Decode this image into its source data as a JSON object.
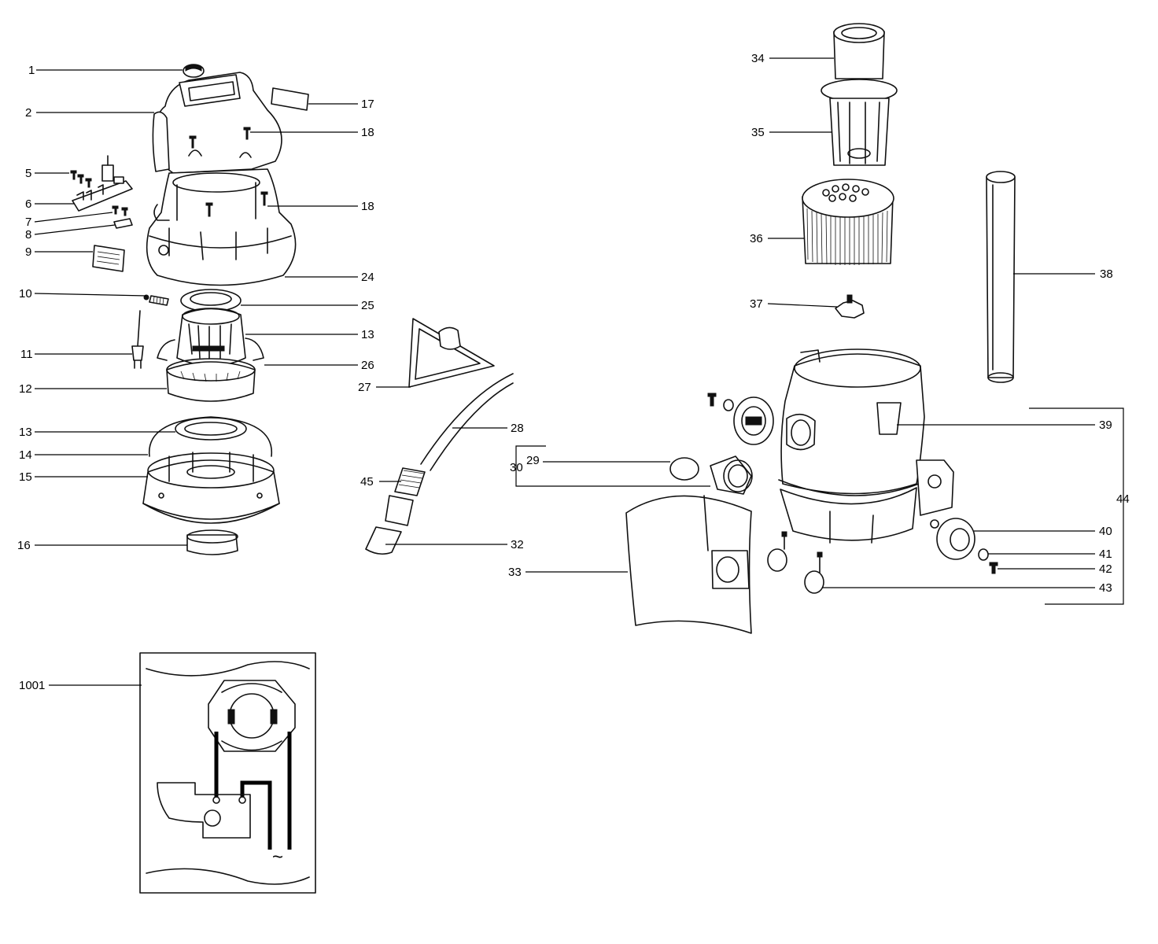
{
  "labels": {
    "p1": "1",
    "p2": "2",
    "p5": "5",
    "p6": "6",
    "p7": "7",
    "p8": "8",
    "p9": "9",
    "p10": "10",
    "p11": "11",
    "p12": "12",
    "p13a": "13",
    "p13b": "13",
    "p14": "14",
    "p15": "15",
    "p16": "16",
    "p17": "17",
    "p18a": "18",
    "p18b": "18",
    "p24": "24",
    "p25": "25",
    "p26": "26",
    "p27": "27",
    "p28": "28",
    "p29": "29",
    "p30": "30",
    "p32": "32",
    "p33": "33",
    "p34": "34",
    "p35": "35",
    "p36": "36",
    "p37": "37",
    "p38": "38",
    "p39": "39",
    "p40": "40",
    "p41": "41",
    "p42": "42",
    "p43": "43",
    "p44": "44",
    "p45": "45",
    "p1001": "1001"
  },
  "schematic": {
    "ac_symbol": "~"
  }
}
